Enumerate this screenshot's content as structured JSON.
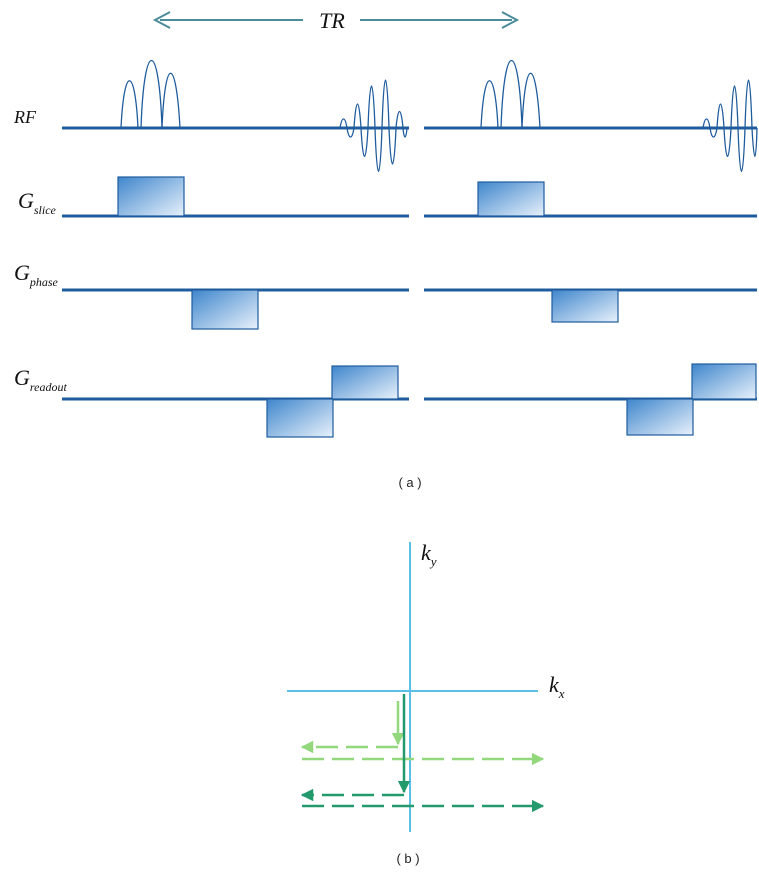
{
  "colors": {
    "line": "#1f5c9e",
    "tr_arrow": "#4a8c99",
    "block_dark": "#3f86cc",
    "block_light": "#e8f1fb",
    "axis": "#5bbfe6",
    "light_green": "#93d87c",
    "dark_green": "#239a6c"
  },
  "panel_a": {
    "tr_label": "TR",
    "rows": [
      {
        "main": "RF",
        "sub": ""
      },
      {
        "main": "G",
        "sub": "slice"
      },
      {
        "main": "G",
        "sub": "phase"
      },
      {
        "main": "G",
        "sub": "readout"
      }
    ],
    "caption": "( a )"
  },
  "panel_b": {
    "ky_main": "k",
    "ky_sub": "y",
    "kx_main": "k",
    "kx_sub": "x",
    "caption": "( b )"
  }
}
